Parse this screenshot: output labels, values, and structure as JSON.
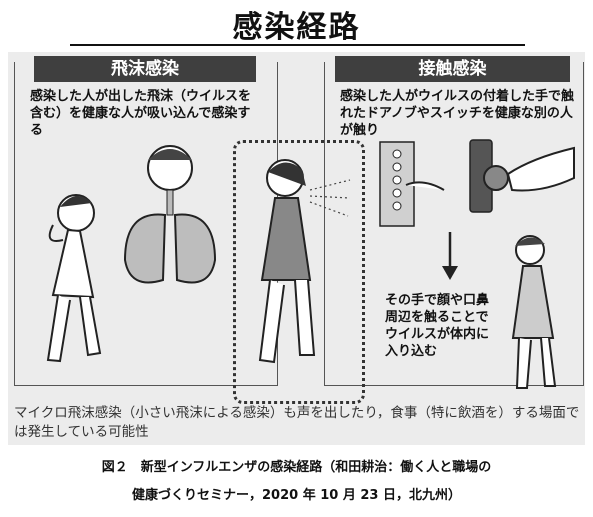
{
  "title": "感染経路",
  "left_panel": {
    "header": "飛沫感染",
    "description": "感染した人が出した飛沫（ウイルスを含む）を健康な人が吸い込んで感染する"
  },
  "right_panel": {
    "header": "接触感染",
    "description": "感染した人がウイルスの付着した手で触れたドアノブやスイッチを健康な別の人が触り",
    "followup": "その手で顔や口鼻周辺を触ることでウイルスが体内に入り込む"
  },
  "micro_note": "マイクロ飛沫感染（小さい飛沫による感染）も声を出したり，食事（特に飲酒を）する場面では発生している可能性",
  "caption": {
    "line1": "図２　新型インフルエンザの感染経路（和田耕治：働く人と職場の",
    "line2": "健康づくりセミナー，2020 年 10 月 23 日，北九州）"
  },
  "colors": {
    "header_bg": "#3f3f3f",
    "panel_bg": "#ececec"
  }
}
